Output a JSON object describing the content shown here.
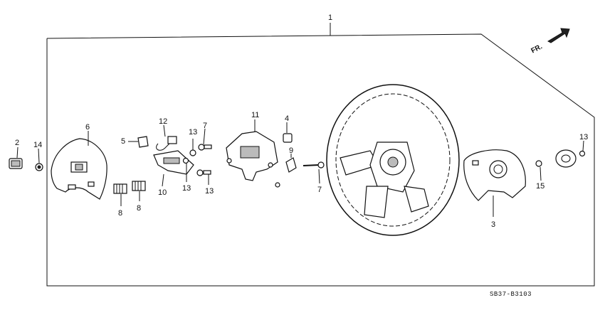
{
  "diagram": {
    "code": "SB37-B3103",
    "direction_label": "FR.",
    "callouts": [
      {
        "id": "c1",
        "text": "1"
      },
      {
        "id": "c2",
        "text": "2"
      },
      {
        "id": "c3",
        "text": "3"
      },
      {
        "id": "c4",
        "text": "4"
      },
      {
        "id": "c5",
        "text": "5"
      },
      {
        "id": "c6",
        "text": "6"
      },
      {
        "id": "c7a",
        "text": "7"
      },
      {
        "id": "c7b",
        "text": "7"
      },
      {
        "id": "c8a",
        "text": "8"
      },
      {
        "id": "c8b",
        "text": "8"
      },
      {
        "id": "c9",
        "text": "9"
      },
      {
        "id": "c10",
        "text": "10"
      },
      {
        "id": "c11",
        "text": "11"
      },
      {
        "id": "c12",
        "text": "12"
      },
      {
        "id": "c13a",
        "text": "13"
      },
      {
        "id": "c13b",
        "text": "13"
      },
      {
        "id": "c13c",
        "text": "13"
      },
      {
        "id": "c13d",
        "text": "13"
      },
      {
        "id": "c14",
        "text": "14"
      },
      {
        "id": "c15",
        "text": "15"
      }
    ]
  }
}
